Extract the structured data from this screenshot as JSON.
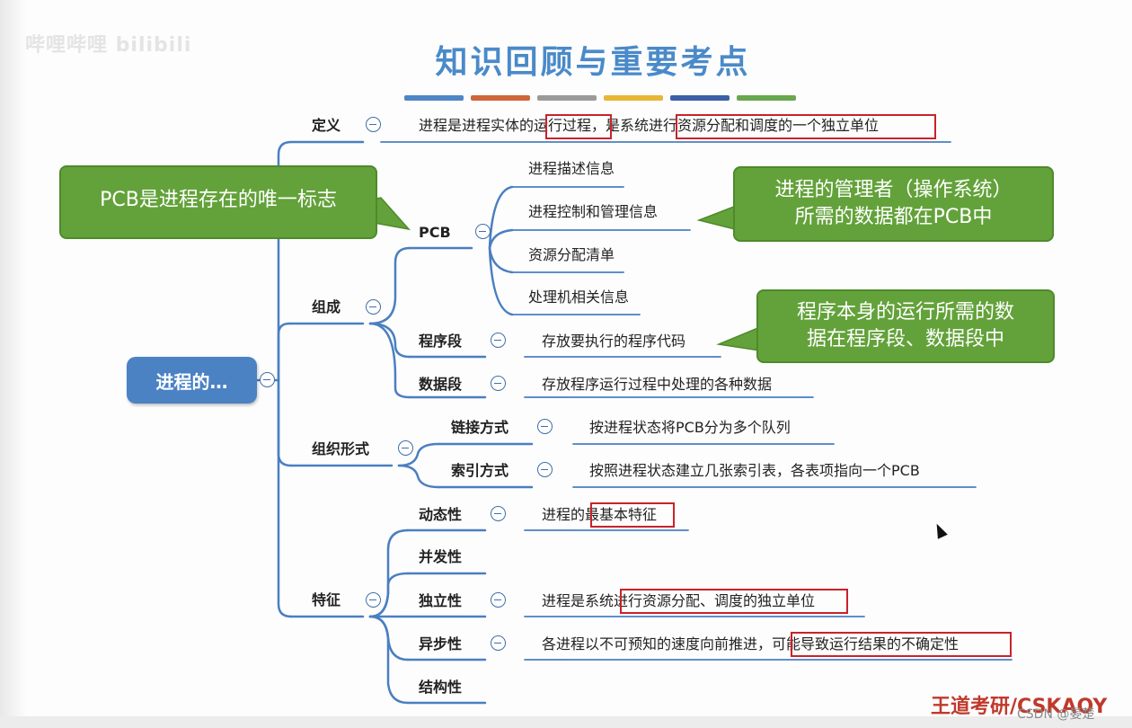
{
  "watermark": "哔哩哔哩 bilibili",
  "title": "知识回顾与重要考点",
  "color_bar": [
    "#4f86c6",
    "#d0653a",
    "#9a9a9a",
    "#e8b637",
    "#3d5fa8",
    "#6aa84f"
  ],
  "root": {
    "label": "进程的…"
  },
  "branches": {
    "definition": {
      "label": "定义",
      "text_pre": "进程是进程实体的",
      "highlight1": "运行过程",
      "text_mid": "，是系统",
      "highlight2": "进行资源分配和调度的一个独立单位"
    },
    "composition": {
      "label": "组成",
      "pcb": {
        "label": "PCB",
        "items": [
          "进程描述信息",
          "进程控制和管理信息",
          "资源分配清单",
          "处理机相关信息"
        ]
      },
      "program_segment": {
        "label": "程序段",
        "text": "存放要执行的程序代码"
      },
      "data_segment": {
        "label": "数据段",
        "text": "存放程序运行过程中处理的各种数据"
      }
    },
    "organization": {
      "label": "组织形式",
      "linked": {
        "label": "链接方式",
        "text": "按进程状态将PCB分为多个队列"
      },
      "indexed": {
        "label": "索引方式",
        "text": "按照进程状态建立几张索引表，各表项指向一个PCB"
      }
    },
    "features": {
      "label": "特征",
      "dynamic": {
        "label": "动态性",
        "text_pre": "进程的",
        "highlight": "最基本特征"
      },
      "concurrent": {
        "label": "并发性"
      },
      "independent": {
        "label": "独立性",
        "text_pre": "进程是系统",
        "highlight": "进行资源分配、调度的独立单位"
      },
      "asynchronous": {
        "label": "异步性",
        "text_pre": "各进程以不可预知的速度向前推进，",
        "highlight": "可能导致运行结果的不确定性"
      },
      "structural": {
        "label": "结构性"
      }
    }
  },
  "callouts": {
    "pcb_unique": "PCB是进程存在的唯一标志",
    "manager_line1": "进程的管理者（操作系统）",
    "manager_line2": "所需的数据都在PCB中",
    "program_line1": "程序本身的运行所需的数",
    "program_line2": "据在程序段、数据段中"
  },
  "credit": "王道考研/CSKAOY",
  "csdn": "CSDN @晏楚",
  "colors": {
    "title": "#4a8ac9",
    "branch": "#4a7fc1",
    "highlight": "#c8232b",
    "callout": "#63a23a",
    "root": "#4a82c4"
  }
}
